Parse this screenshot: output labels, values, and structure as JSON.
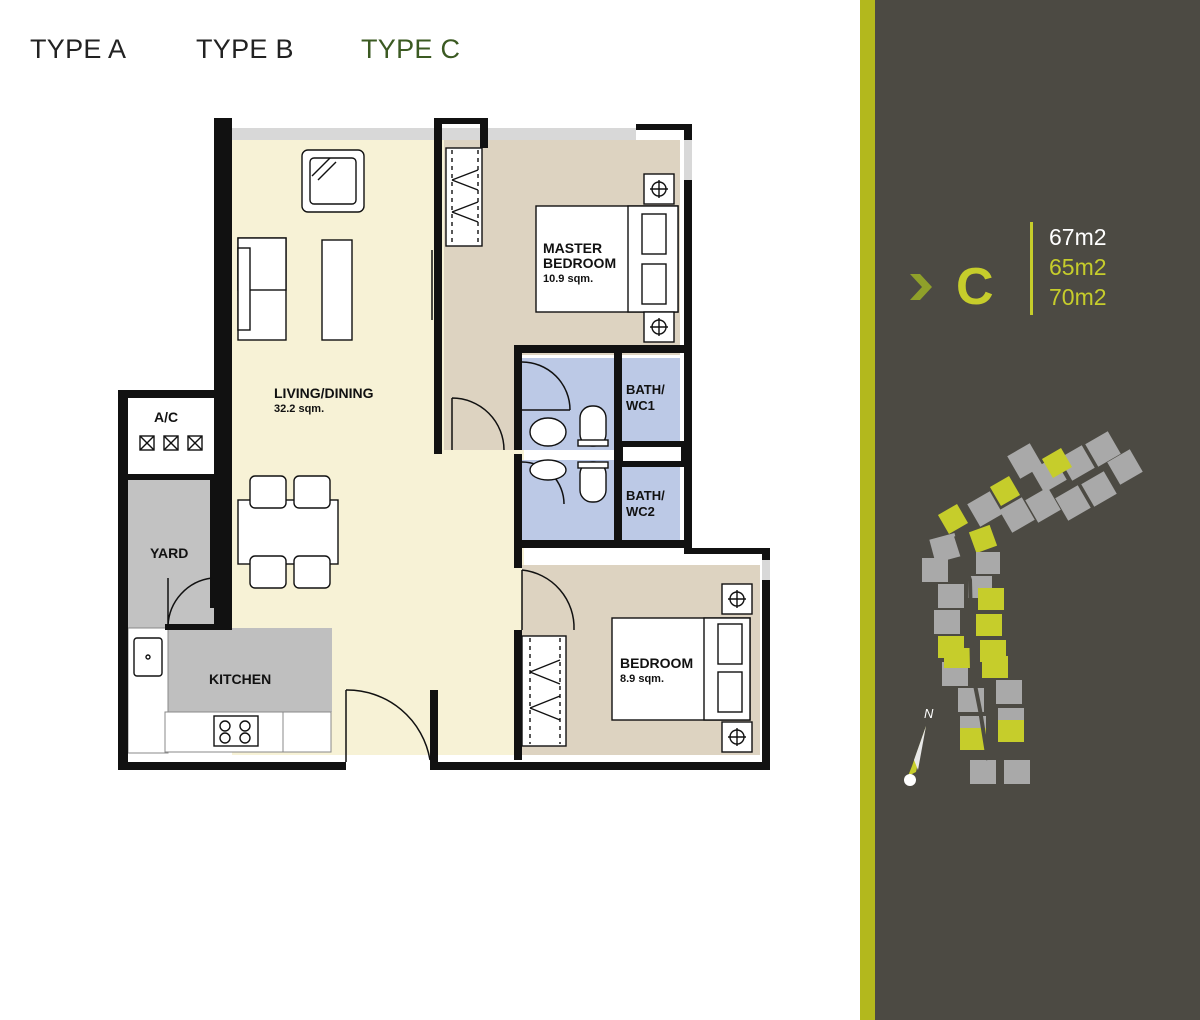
{
  "tabs": [
    {
      "label": "TYPE A",
      "active": false
    },
    {
      "label": "TYPE B",
      "active": false
    },
    {
      "label": "TYPE C",
      "active": true
    }
  ],
  "plan": {
    "rooms": {
      "master_bedroom": {
        "name_line1": "MASTER",
        "name_line2": "BEDROOM",
        "area": "10.9 sqm."
      },
      "living_dining": {
        "name": "LIVING/DINING",
        "area": "32.2 sqm."
      },
      "bath1": {
        "name_line1": "BATH/",
        "name_line2": "WC1"
      },
      "bath2": {
        "name_line1": "BATH/",
        "name_line2": "WC2"
      },
      "ac": {
        "name": "A/C"
      },
      "yard": {
        "name": "YARD"
      },
      "kitchen": {
        "name": "KITCHEN"
      },
      "bedroom": {
        "name": "BEDROOM",
        "area": "8.9 sqm."
      }
    },
    "colors": {
      "living": "#f7f2d6",
      "bedroom": "#ddd3c1",
      "bath": "#bcc9e6",
      "yard": "#c2c2c2",
      "kitchen": "#bfbfbf",
      "wall": "#111111"
    }
  },
  "sidebar": {
    "type_letter": "C",
    "areas": [
      "67m2",
      "65m2",
      "70m2"
    ],
    "compass_label": "N",
    "colors": {
      "background": "#4c4a43",
      "accent": "#b3b81d",
      "highlight": "#c6cd2b",
      "block_inactive": "#a9a9a9",
      "block_active": "#c6cd2b"
    }
  }
}
